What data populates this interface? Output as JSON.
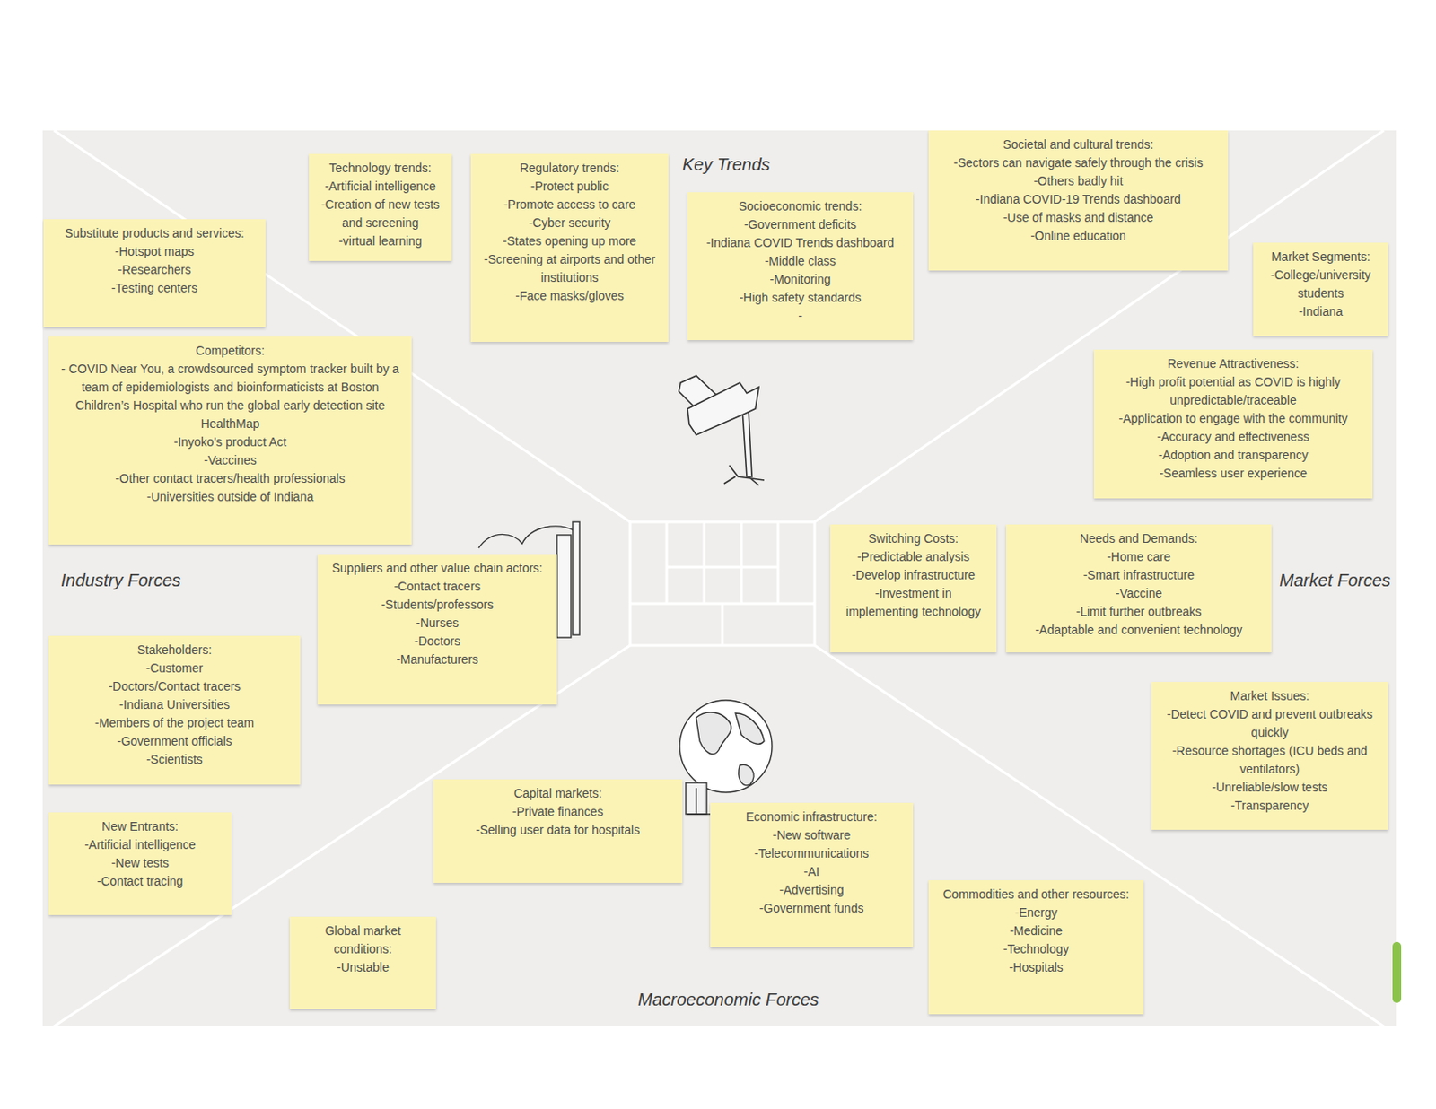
{
  "diagram": {
    "nodes": [
      {
        "text": [
          "Societal and cultural trends:",
          "-Sectors can navigate safely through the crisis",
          "-Others badly hit",
          "-Indiana COVID-19 Trends dashboard",
          "-Use of masks and distance",
          "-Online education"
        ]
      },
      {
        "text": [
          "Technology trends:",
          "-Artificial intelligence",
          "-Creation of new tests and screening",
          "-virtual learning"
        ]
      },
      {
        "text": [
          "Regulatory trends:",
          "-Protect public",
          "-Promote access to care",
          "-Cyber security",
          "-States opening up more",
          "-Screening at airports and other institutions",
          "-Face masks/gloves"
        ]
      },
      {
        "text": [
          "Socioeconomic trends:",
          "-Government deficits",
          "-Indiana COVID Trends dashboard",
          "-Middle class",
          "-Monitoring",
          "-High safety standards",
          "-"
        ]
      },
      {
        "text": [
          "Substitute products and services:",
          "-Hotspot maps",
          "-Researchers",
          "-Testing centers"
        ]
      },
      {
        "text": [
          "Market Segments:",
          "-College/university students",
          "-Indiana"
        ]
      },
      {
        "text": [
          "Competitors:",
          "- COVID Near You, a crowdsourced symptom tracker built by a team of epidemiologists and bioinformaticists at Boston Children’s Hospital who run the global early detection site HealthMap",
          "-Inyoko's product Act",
          "-Vaccines",
          "-Other contact tracers/health professionals",
          "-Universities outside of Indiana"
        ]
      },
      {
        "text": [
          "Revenue Attractiveness:",
          "-High profit potential as COVID is highly unpredictable/traceable",
          "-Application to engage with the community",
          "-Accuracy and effectiveness",
          "-Adoption and transparency",
          "-Seamless user experience"
        ]
      },
      {
        "text": [
          "Switching Costs:",
          "-Predictable analysis",
          "-Develop infrastructure",
          "-Investment in implementing technology"
        ]
      },
      {
        "text": [
          "Needs and Demands:",
          "-Home care",
          "-Smart infrastructure",
          "-Vaccine",
          "-Limit further outbreaks",
          "-Adaptable and convenient technology"
        ]
      },
      {
        "text": [
          "Suppliers and other value chain actors:",
          "-Contact tracers",
          "-Students/professors",
          "-Nurses",
          "-Doctors",
          "-Manufacturers"
        ]
      },
      {
        "text": [
          "Stakeholders:",
          "-Customer",
          "-Doctors/Contact tracers",
          "-Indiana Universities",
          "-Members of the project team",
          "-Government officials",
          "-Scientists"
        ]
      },
      {
        "text": [
          "Market Issues:",
          "-Detect COVID and prevent outbreaks quickly",
          "-Resource shortages (ICU beds and ventilators)",
          "-Unreliable/slow tests",
          "-Transparency"
        ]
      },
      {
        "text": [
          "Capital markets:",
          "-Private finances",
          "-Selling user data for hospitals"
        ]
      },
      {
        "text": [
          "Economic infrastructure:",
          "-New software",
          "-Telecommunications",
          "-AI",
          "-Advertising",
          "-Government funds"
        ]
      },
      {
        "text": [
          "New Entrants:",
          "-Artificial intelligence",
          "-New tests",
          "-Contact tracing"
        ]
      },
      {
        "text": [
          "Commodities and other resources:",
          "-Energy",
          "-Medicine",
          "-Technology",
          "-Hospitals"
        ]
      },
      {
        "text": [
          "Global market conditions:",
          "-Unstable"
        ]
      }
    ],
    "labels": [
      "Key Trends",
      "Industry Forces",
      "Market Forces",
      "Macroeconomic Forces"
    ]
  }
}
